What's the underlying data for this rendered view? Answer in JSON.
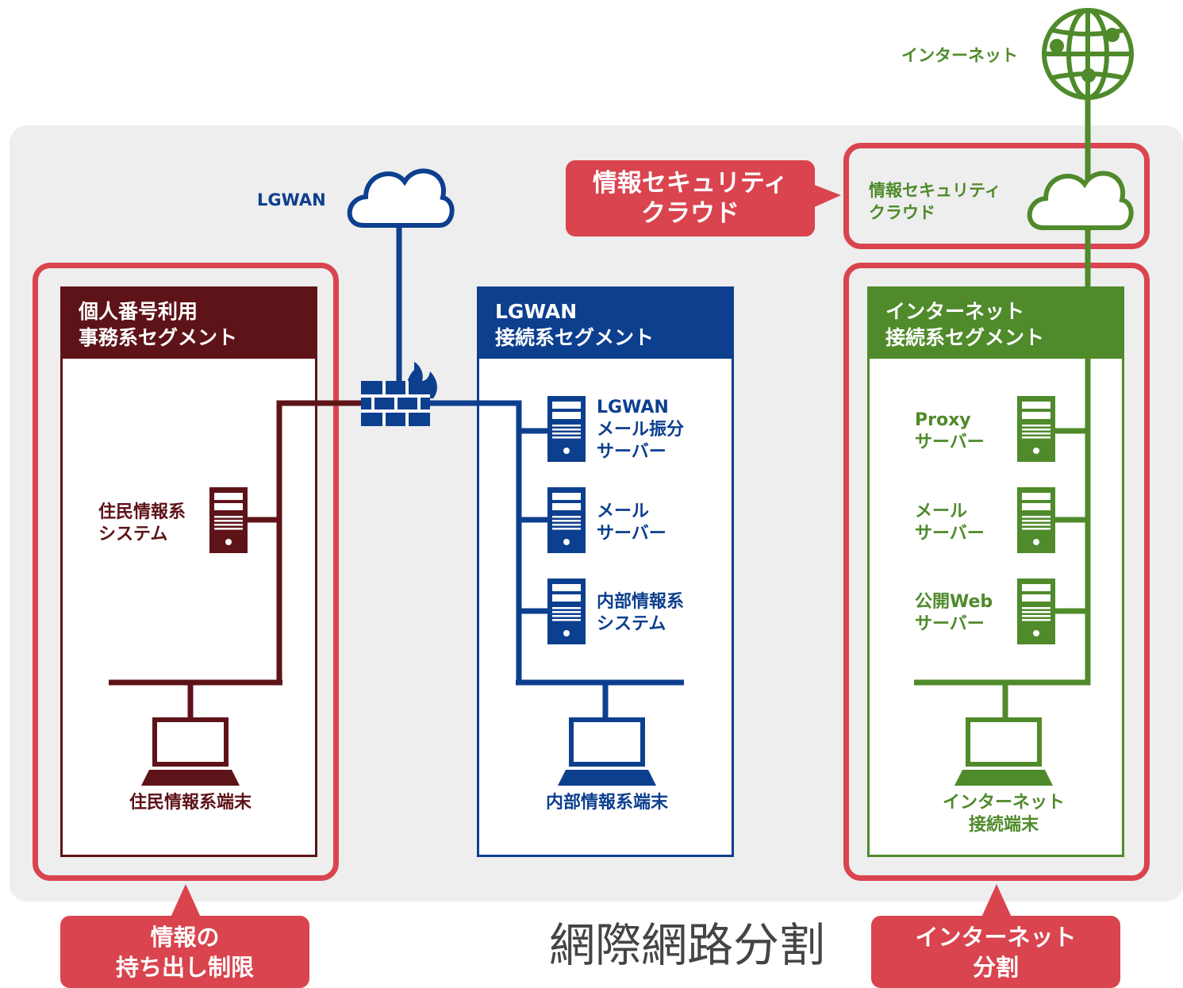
{
  "internet": {
    "label": "インターネット"
  },
  "lgwan": {
    "label": "LGWAN"
  },
  "security_cloud": {
    "callout_lines": [
      "情報セキュリティ",
      "クラウド"
    ],
    "label_lines": [
      "情報セキュリティ",
      "クラウド"
    ]
  },
  "segments": {
    "mynumber": {
      "title_lines": [
        "個人番号利用",
        "事務系セグメント"
      ],
      "server_label_lines": [
        "住民情報系",
        "システム"
      ],
      "terminal_label": "住民情報系端末"
    },
    "lgwan": {
      "title_lines": [
        "LGWAN",
        "接続系セグメント"
      ],
      "servers": [
        {
          "lines": [
            "LGWAN",
            "メール振分",
            "サーバー"
          ]
        },
        {
          "lines": [
            "メール",
            "サーバー"
          ]
        },
        {
          "lines": [
            "内部情報系",
            "システム"
          ]
        }
      ],
      "terminal_label": "内部情報系端末"
    },
    "internet": {
      "title_lines": [
        "インターネット",
        "接続系セグメント"
      ],
      "servers": [
        {
          "lines": [
            "Proxy",
            "サーバー"
          ]
        },
        {
          "lines": [
            "メール",
            "サーバー"
          ]
        },
        {
          "lines": [
            "公開Web",
            "サーバー"
          ]
        }
      ],
      "terminal_label_lines": [
        "インターネット",
        "接続端末"
      ]
    }
  },
  "callouts": {
    "left_lines": [
      "情報の",
      "持ち出し制限"
    ],
    "right_lines": [
      "インターネット",
      "分割"
    ]
  },
  "caption": "網際網路分割",
  "colors": {
    "maroon": "#5e1318",
    "navy": "#0d3f8f",
    "green": "#4f8a2b",
    "red": "#d9444e",
    "panel": "#eeeeee"
  }
}
